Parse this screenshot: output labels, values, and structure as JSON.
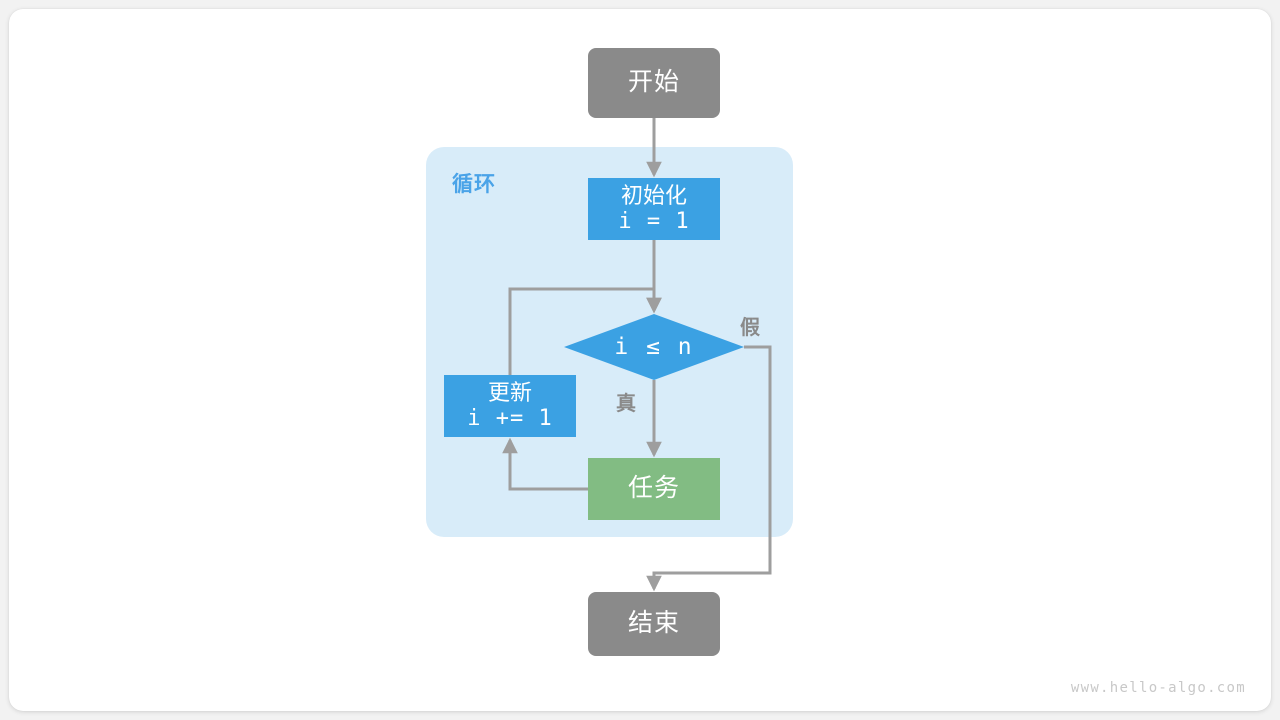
{
  "page": {
    "background_color": "#f2f2f2",
    "card_color": "#ffffff",
    "watermark": "www.hello-algo.com"
  },
  "diagram": {
    "type": "flowchart",
    "title": "",
    "palette": {
      "terminal": "#8a8a8a",
      "process": "#3ba1e3",
      "task": "#82bc83",
      "loop_container": "#d8ecf9",
      "loop_label": "#4aa3e8",
      "edge": "#9e9e9e",
      "edge_label": "#8a8a8a",
      "node_text": "#ffffff"
    },
    "container": {
      "label": "循环"
    },
    "nodes": [
      {
        "id": "start",
        "shape": "rounded-rect",
        "label": "开始",
        "sublabel": "",
        "color": "#8a8a8a"
      },
      {
        "id": "init",
        "shape": "rect",
        "label": "初始化",
        "sublabel": "i = 1",
        "color": "#3ba1e3"
      },
      {
        "id": "cond",
        "shape": "diamond",
        "label": "i ≤ n",
        "sublabel": "",
        "color": "#3ba1e3"
      },
      {
        "id": "update",
        "shape": "rect",
        "label": "更新",
        "sublabel": "i += 1",
        "color": "#3ba1e3"
      },
      {
        "id": "task",
        "shape": "rect",
        "label": "任务",
        "sublabel": "",
        "color": "#82bc83"
      },
      {
        "id": "end",
        "shape": "rounded-rect",
        "label": "结束",
        "sublabel": "",
        "color": "#8a8a8a"
      }
    ],
    "edges": [
      {
        "from": "start",
        "to": "init",
        "label": ""
      },
      {
        "from": "init",
        "to": "cond",
        "label": ""
      },
      {
        "from": "cond",
        "to": "task",
        "label": "真"
      },
      {
        "from": "cond",
        "to": "end",
        "label": "假"
      },
      {
        "from": "task",
        "to": "update",
        "label": ""
      },
      {
        "from": "update",
        "to": "cond",
        "label": ""
      }
    ]
  }
}
